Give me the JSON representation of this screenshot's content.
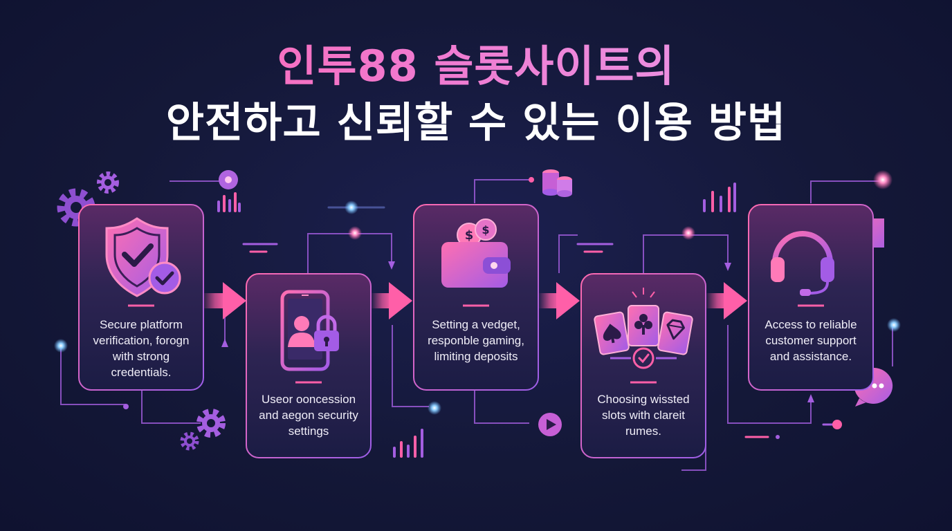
{
  "title": {
    "line1": "인투88 슬롯사이트의",
    "line2": "안전하고 신뢰할 수 있는 이용 방법"
  },
  "colors": {
    "background": "#141838",
    "accent_pink": "#ff5fa8",
    "accent_purple": "#a35ce6",
    "node_blue": "#6fb8ff"
  },
  "steps": [
    {
      "icon": "shield-check-icon",
      "lines": [
        "Secure platform",
        "verification, forogn",
        "with strong",
        "credentials."
      ]
    },
    {
      "icon": "phone-lock-icon",
      "lines": [
        "Useor ooncession",
        "and aegon security",
        "settings"
      ]
    },
    {
      "icon": "wallet-coins-icon",
      "lines": [
        "Setting a vedget,",
        "responble gaming,",
        "limiting deposits"
      ]
    },
    {
      "icon": "playing-cards-icon",
      "lines": [
        "Choosing wissted",
        "slots with clareit",
        "rumes."
      ]
    },
    {
      "icon": "headset-chat-icon",
      "lines": [
        "Access to reliable",
        "customer support",
        "and assistance."
      ]
    }
  ]
}
